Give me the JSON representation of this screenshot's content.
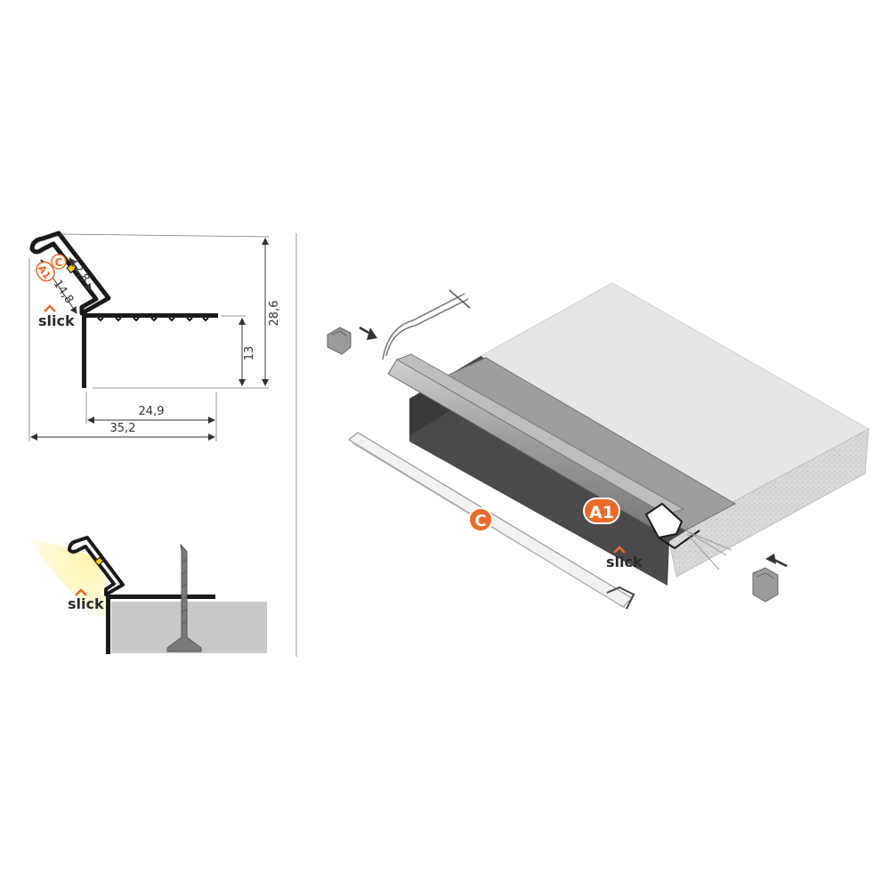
{
  "profile_drawing": {
    "dimensions": {
      "overall_width": "35,2",
      "base_width": "24,9",
      "total_height": "28,6",
      "step_height": "13",
      "diag_outer": "14,8",
      "diag_inner": "12,8"
    },
    "labels": {
      "a1": "A1",
      "c": "C"
    }
  },
  "logos": {
    "brand": "slick"
  },
  "installation_view": {
    "labels": {
      "a1": "A1",
      "c": "C"
    }
  },
  "colors": {
    "accent_orange": "#ea6a2a",
    "led_yellow": "#f2c81b",
    "profile_dark": "#1a1a1a",
    "board_top": "#e6e6e6",
    "board_front": "#4a4a4a",
    "aluminium": "#a8a8a8"
  },
  "icons": {
    "end_cap_left": "end-cap-icon",
    "end_cap_right": "end-cap-icon",
    "arrow": "arrow-icon",
    "screw": "screw-icon"
  }
}
